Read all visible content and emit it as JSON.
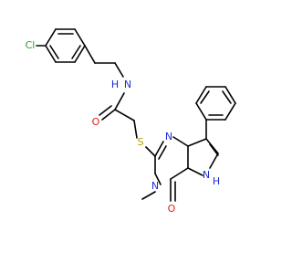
{
  "atoms": {
    "cl": {
      "text": "Cl",
      "color": "#2ca02c"
    },
    "n_amide": {
      "text": "N",
      "color": "#1f2bd6"
    },
    "h_amide": {
      "text": "H",
      "color": "#1f2bd6"
    },
    "o_carbonyl": {
      "text": "O",
      "color": "#e0201b"
    },
    "s_thio": {
      "text": "S",
      "color": "#b5a000"
    },
    "n_ring_upper": {
      "text": "N",
      "color": "#1f2bd6"
    },
    "n_methyl": {
      "text": "N",
      "color": "#1f2bd6"
    },
    "o_lactam": {
      "text": "O",
      "color": "#e0201b"
    },
    "nh_pyrrole": {
      "text": "N",
      "color": "#1f2bd6"
    },
    "h_pyrrole": {
      "text": "H",
      "color": "#1f2bd6"
    }
  }
}
